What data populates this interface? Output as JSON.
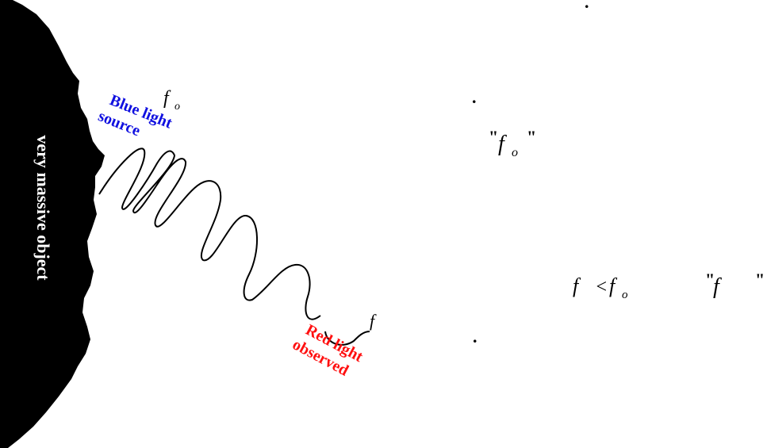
{
  "object": {
    "label": "very massive object",
    "fill": "#000000",
    "label_color": "#ffffff"
  },
  "source": {
    "line1": "Blue light",
    "line2": "source",
    "color": "#1010e0",
    "freq_symbol": "f",
    "freq_subscript": "o"
  },
  "observed": {
    "line1": "Red light",
    "line2": "observed",
    "color": "#ff1010",
    "freq_symbol": "f"
  },
  "text_panel": {
    "quote_fo": {
      "open": "\"",
      "symbol": "f",
      "subscript": "o",
      "close": "\""
    },
    "inequality": {
      "lhs": "f",
      "op": "<",
      "rhs": "f",
      "rhs_subscript": "o"
    },
    "quote_f": {
      "open": "\"",
      "symbol": "f",
      "close": "\""
    },
    "dots": [
      ".",
      ".",
      "."
    ]
  }
}
